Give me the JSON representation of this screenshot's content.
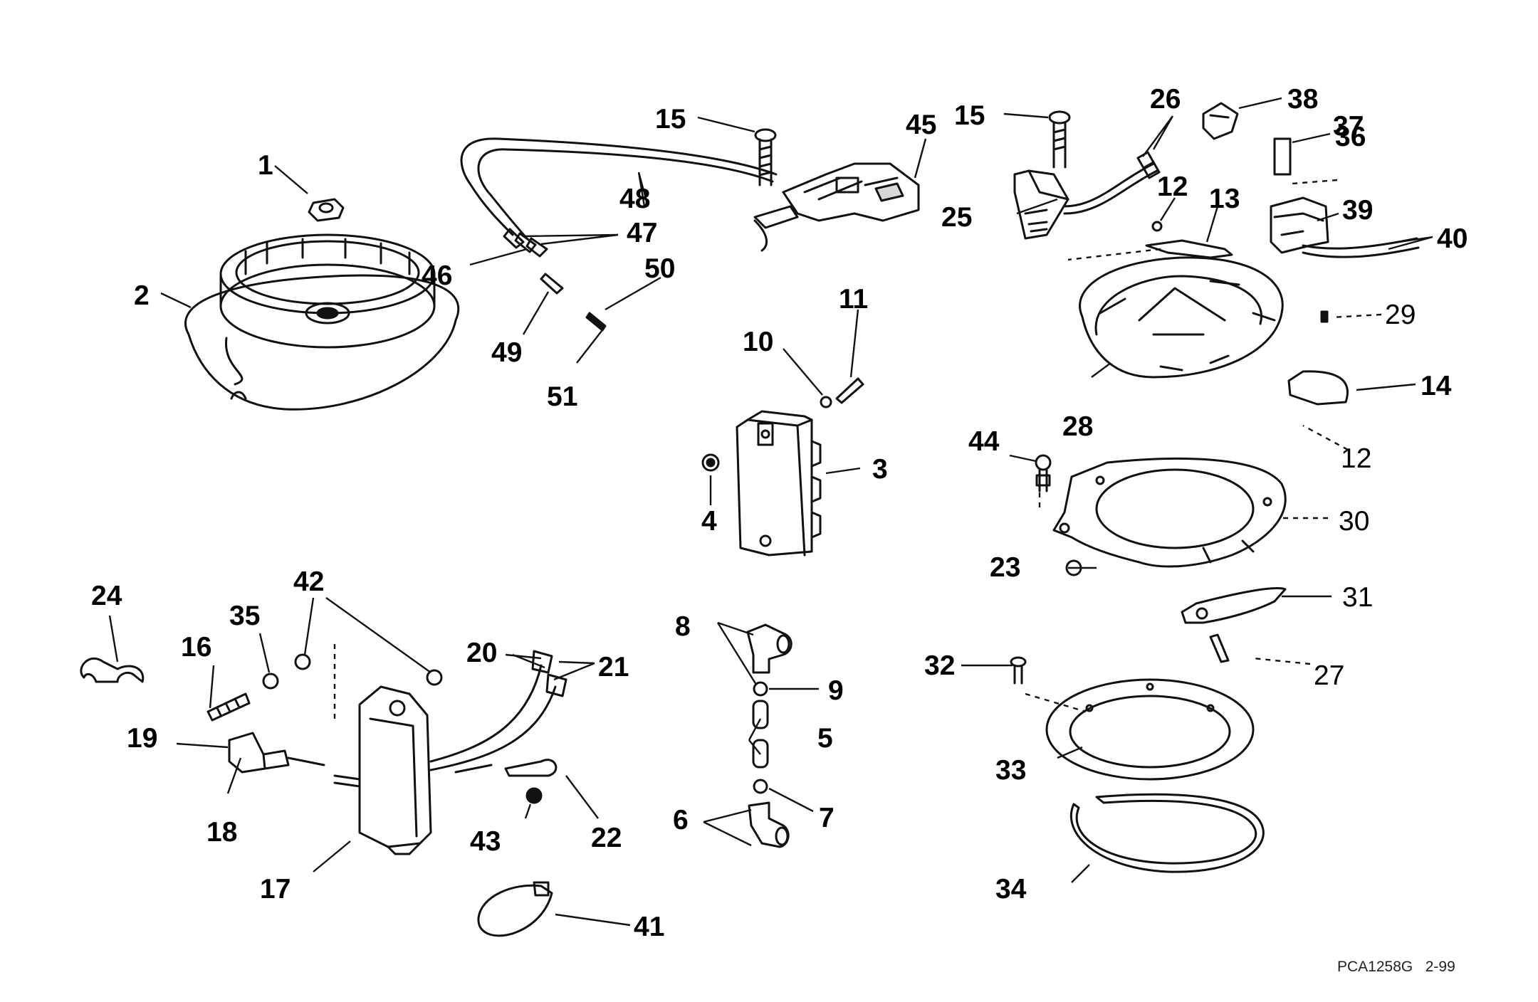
{
  "callouts": {
    "c1": "1",
    "c2": "2",
    "c3": "3",
    "c4": "4",
    "c5": "5",
    "c6": "6",
    "c7": "7",
    "c8": "8",
    "c9": "9",
    "c10": "10",
    "c11": "11",
    "c12a": "12",
    "c12b": "12",
    "c13": "13",
    "c14": "14",
    "c15a": "15",
    "c15b": "15",
    "c16": "16",
    "c17": "17",
    "c18": "18",
    "c19": "19",
    "c20": "20",
    "c21": "21",
    "c22": "22",
    "c23": "23",
    "c24": "24",
    "c25": "25",
    "c26": "26",
    "c27": "27",
    "c28": "28",
    "c29": "29",
    "c30": "30",
    "c31": "31",
    "c32": "32",
    "c33": "33",
    "c34": "34",
    "c35": "35",
    "c36": "36",
    "c37": "37",
    "c38": "38",
    "c39": "39",
    "c40": "40",
    "c41": "41",
    "c42": "42",
    "c43": "43",
    "c44": "44",
    "c45": "45",
    "c46": "46",
    "c47": "47",
    "c48": "48",
    "c49": "49",
    "c50": "50",
    "c51": "51"
  },
  "reference": "PCA1258G   2-99"
}
